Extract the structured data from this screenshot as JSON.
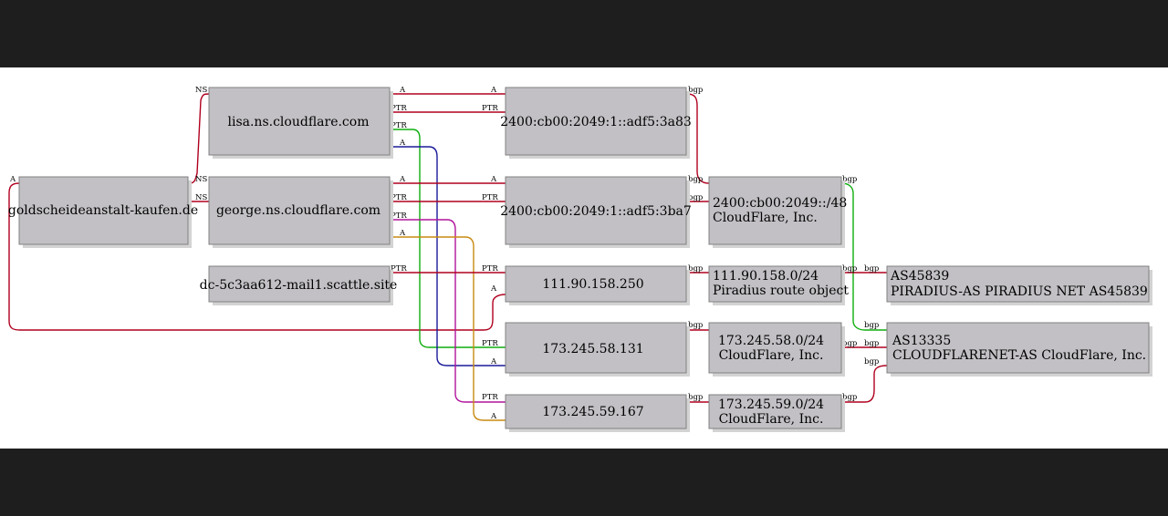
{
  "colors": {
    "red": "#b0001e",
    "green": "#0fae0f",
    "blue": "#1a1a9a",
    "magenta": "#b0139c",
    "orange": "#c88a10",
    "node_fill": "#c2c0c4",
    "frame": "#1e1e1e"
  },
  "nodes": {
    "domain": {
      "label": "goldscheideanstalt-kaufen.de"
    },
    "ns_lisa": {
      "label": "lisa.ns.cloudflare.com"
    },
    "ns_george": {
      "label": "george.ns.cloudflare.com"
    },
    "mx": {
      "label": "dc-5c3aa612-mail1.scattle.site"
    },
    "ip6_a83": {
      "label": "2400:cb00:2049:1::adf5:3a83"
    },
    "ip6_ba7": {
      "label": "2400:cb00:2049:1::adf5:3ba7"
    },
    "ip_111": {
      "label": "111.90.158.250"
    },
    "ip_173_58": {
      "label": "173.245.58.131"
    },
    "ip_173_59": {
      "label": "173.245.59.167"
    },
    "pfx_v6": {
      "line1": "2400:cb00:2049::/48",
      "line2": "CloudFlare, Inc."
    },
    "pfx_111": {
      "line1": "111.90.158.0/24",
      "line2": "Piradius route object"
    },
    "pfx_173_58": {
      "line1": "173.245.58.0/24",
      "line2": "CloudFlare, Inc."
    },
    "pfx_173_59": {
      "line1": "173.245.59.0/24",
      "line2": "CloudFlare, Inc."
    },
    "as45839": {
      "line1": "AS45839",
      "line2": "PIRADIUS-AS PIRADIUS NET AS45839"
    },
    "as13335": {
      "line1": "AS13335",
      "line2": "CLOUDFLARENET-AS CloudFlare, Inc."
    }
  },
  "edge_labels": {
    "ns": "NS",
    "a": "A",
    "ptr": "PTR",
    "bgp": "bgp"
  }
}
